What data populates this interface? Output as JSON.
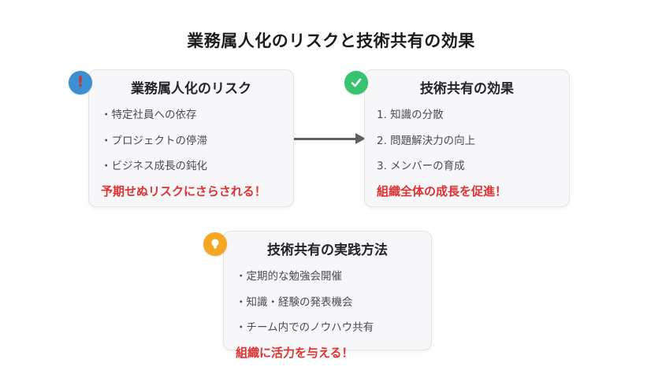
{
  "title": "業務属人化のリスクと技術共有の効果",
  "colors": {
    "card_background": "#f7f7f9",
    "card_border": "#e4e4e8",
    "risk_badge": "#3b8fd3",
    "risk_mark": "#d3312e",
    "effect_badge": "#36c26e",
    "practice_badge": "#f5a623",
    "highlight_red": "#e03131",
    "arrow": "#5d6165"
  },
  "badges": {
    "risk_glyph": "!"
  },
  "cards": [
    {
      "id": "risk",
      "icon": "exclamation-icon",
      "title": "業務属人化のリスク",
      "items": [
        "・特定社員への依存",
        "・プロジェクトの停滞",
        "・ビジネス成長の鈍化"
      ],
      "conclusion": "予期せぬリスクにさらされる！"
    },
    {
      "id": "effect",
      "icon": "check-icon",
      "title": "技術共有の効果",
      "items": [
        "1. 知識の分散",
        "2. 問題解決力の向上",
        "3. メンバーの育成"
      ],
      "conclusion": "組織全体の成長を促進！"
    },
    {
      "id": "practice",
      "icon": "lightbulb-icon",
      "title": "技術共有の実践方法",
      "items": [
        "・定期的な勉強会開催",
        "・知識・経験の発表機会",
        "・チーム内でのノウハウ共有"
      ],
      "conclusion": "組織に活力を与える！"
    }
  ]
}
